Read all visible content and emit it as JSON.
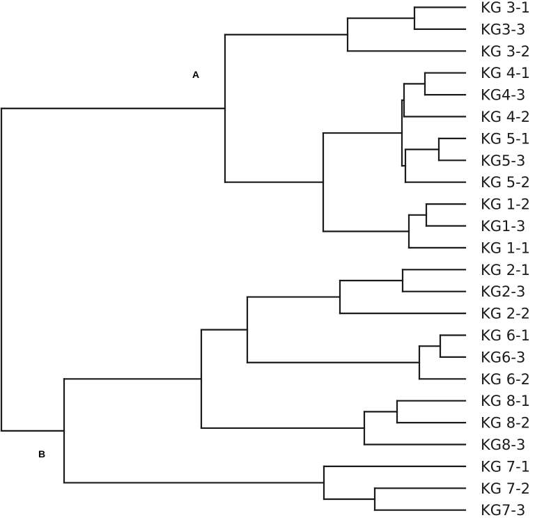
{
  "diagram": {
    "type": "dendrogram",
    "cluster_labels": [
      {
        "id": "A",
        "text": "A"
      },
      {
        "id": "B",
        "text": "B"
      }
    ],
    "leaves": [
      "KG 3-1",
      "KG3-3",
      "KG 3-2",
      "KG 4-1",
      "KG4-3",
      "KG 4-2",
      "KG 5-1",
      "KG5-3",
      "KG 5-2",
      "KG 1-2",
      "KG1-3",
      "KG 1-1",
      "KG 2-1",
      "KG2-3",
      "KG 2-2",
      "KG 6-1",
      "KG6-3",
      "KG 6-2",
      "KG 8-1",
      "KG 8-2",
      "KG8-3",
      "KG 7-1",
      "KG 7-2",
      "KG7-3"
    ]
  }
}
